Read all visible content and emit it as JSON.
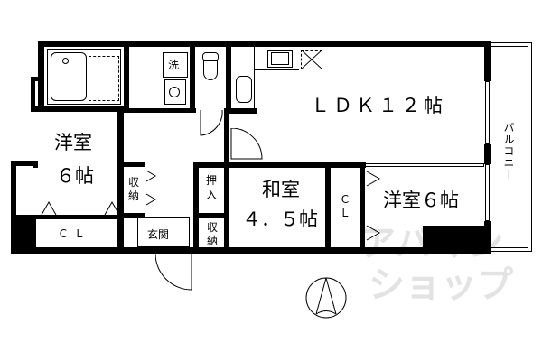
{
  "floor_plan": {
    "rooms": {
      "ldk": {
        "label": "ＬＤＫ１２帖"
      },
      "western_room_left": {
        "line1": "洋室",
        "line2": "６帖"
      },
      "japanese_room": {
        "line1": "和室",
        "line2": "４．５帖"
      },
      "western_room_right": {
        "label": "洋室６帖"
      },
      "balcony": {
        "label": "バルコニー"
      },
      "entrance": {
        "label": "玄関"
      }
    },
    "storage": {
      "closet_left": {
        "label": "ＣＬ"
      },
      "closet_right": {
        "label": "Ｃ\nＬ",
        "line1": "Ｃ",
        "line2": "Ｌ"
      },
      "storage_hall": {
        "line1": "収",
        "line2": "納"
      },
      "storage_entrance": {
        "line1": "収",
        "line2": "納"
      },
      "oshiire": {
        "line1": "押",
        "line2": "入"
      }
    },
    "fixtures": {
      "washer": {
        "label": "洗"
      }
    },
    "watermark": {
      "line1": "アパマン",
      "line2": "ショップ"
    },
    "colors": {
      "wall": "#000000",
      "background": "#ffffff",
      "watermark": "#e3e3e3"
    }
  }
}
